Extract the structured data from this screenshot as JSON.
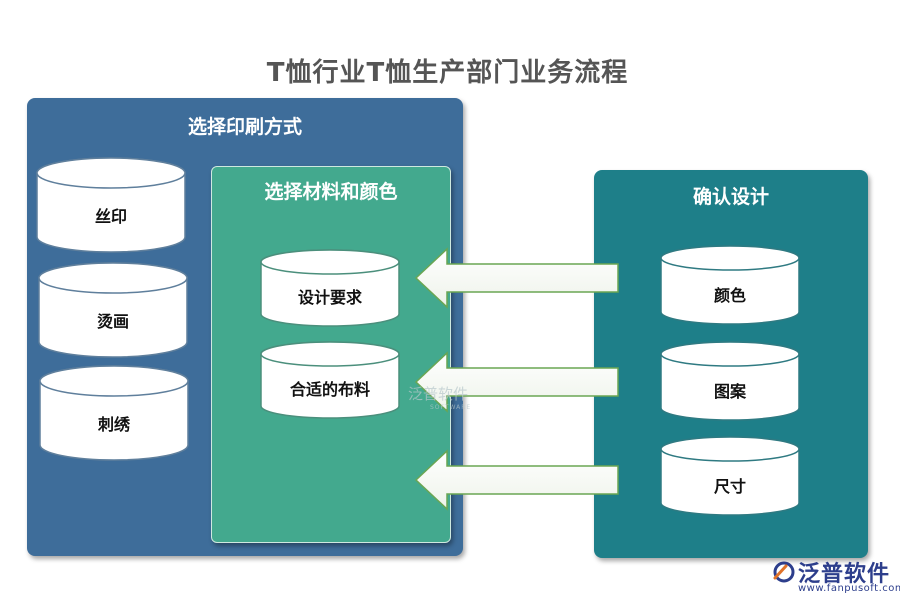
{
  "title": "T恤行业T恤生产部门业务流程",
  "print": {
    "title": "选择印刷方式",
    "items": [
      "丝印",
      "烫画",
      "刺绣"
    ]
  },
  "material": {
    "title": "选择材料和颜色",
    "items": [
      "设计要求",
      "合适的布料"
    ]
  },
  "confirm": {
    "title": "确认设计",
    "items": [
      "颜色",
      "图案",
      "尺寸"
    ]
  },
  "watermark": {
    "text": "泛普软件",
    "sub": "SOFTWARE"
  },
  "logo": {
    "name": "泛普软件",
    "url": "www.fanpusoft.com"
  },
  "colors": {
    "print_panel": "#3e6d9a",
    "material_panel": "#43a98e",
    "confirm_panel": "#1e7f89",
    "arrow_fill": "#ffffff",
    "arrow_stroke": "#5c9e4a",
    "logo": "#2d3e8c"
  }
}
